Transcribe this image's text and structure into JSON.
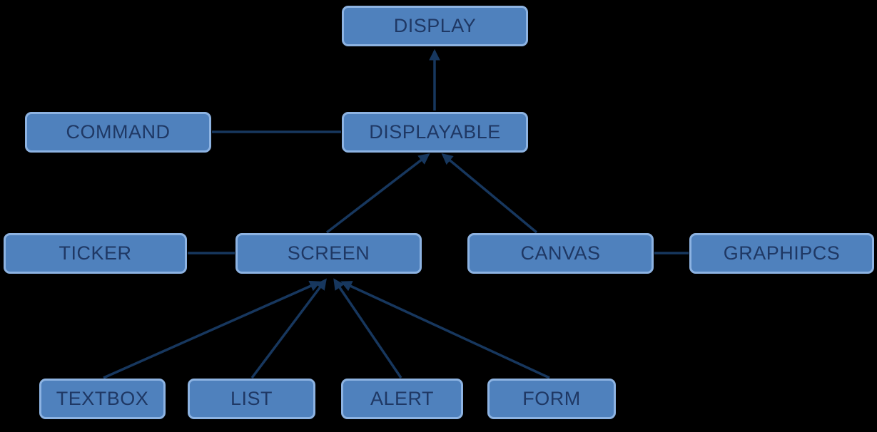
{
  "diagram": {
    "type": "class-hierarchy",
    "nodes": {
      "display": {
        "label": "DISPLAY"
      },
      "displayable": {
        "label": "DISPLAYABLE"
      },
      "command": {
        "label": "COMMAND"
      },
      "ticker": {
        "label": "TICKER"
      },
      "screen": {
        "label": "SCREEN"
      },
      "canvas": {
        "label": "CANVAS"
      },
      "graphipcs": {
        "label": "GRAPHIPCS"
      },
      "textbox": {
        "label": "TEXTBOX"
      },
      "list": {
        "label": "LIST"
      },
      "alert": {
        "label": "ALERT"
      },
      "form": {
        "label": "FORM"
      }
    },
    "edges": [
      {
        "from": "displayable",
        "to": "display",
        "type": "arrow"
      },
      {
        "from": "command",
        "to": "displayable",
        "type": "line"
      },
      {
        "from": "screen",
        "to": "displayable",
        "type": "arrow"
      },
      {
        "from": "canvas",
        "to": "displayable",
        "type": "arrow"
      },
      {
        "from": "ticker",
        "to": "screen",
        "type": "line"
      },
      {
        "from": "canvas",
        "to": "graphipcs",
        "type": "line"
      },
      {
        "from": "textbox",
        "to": "screen",
        "type": "arrow"
      },
      {
        "from": "list",
        "to": "screen",
        "type": "arrow"
      },
      {
        "from": "alert",
        "to": "screen",
        "type": "arrow"
      },
      {
        "from": "form",
        "to": "screen",
        "type": "arrow"
      }
    ],
    "colors": {
      "node_fill": "#4f81bd",
      "node_border": "#8db3e2",
      "node_text": "#1f3864",
      "edge": "#17375e",
      "background": "#000000"
    }
  }
}
